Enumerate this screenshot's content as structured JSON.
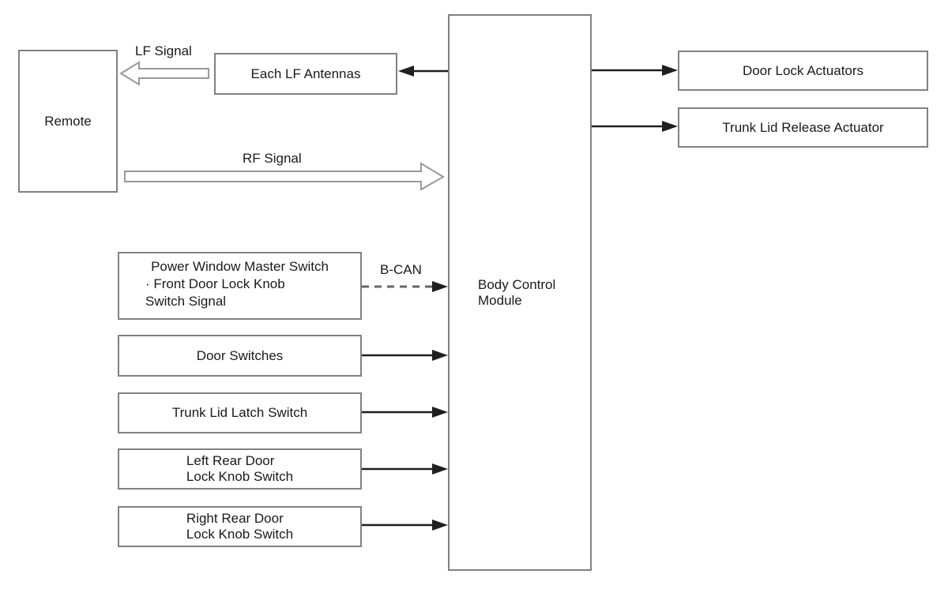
{
  "nodes": {
    "remote": {
      "label": "Remote"
    },
    "each_lf_antennas": {
      "label": "Each LF Antennas"
    },
    "body_control_module": {
      "lines": [
        "Body Control",
        "Module"
      ]
    },
    "door_lock_actuators": {
      "label": "Door Lock Actuators"
    },
    "trunk_lid_release_actuator": {
      "label": "Trunk Lid Release Actuator"
    },
    "power_window_master_switch": {
      "title": "Power Window Master Switch",
      "sub_lines": [
        "· Front Door Lock Knob",
        "Switch Signal"
      ]
    },
    "door_switches": {
      "label": "Door Switches"
    },
    "trunk_lid_latch_switch": {
      "label": "Trunk Lid Latch Switch"
    },
    "left_rear_door_lock_knob_switch": {
      "lines": [
        "Left Rear Door",
        "Lock Knob Switch"
      ]
    },
    "right_rear_door_lock_knob_switch": {
      "lines": [
        "Right Rear Door",
        "Lock Knob Switch"
      ]
    }
  },
  "signal_labels": {
    "lf": "LF Signal",
    "rf": "RF Signal",
    "b_can": "B-CAN"
  },
  "edges": [
    {
      "from": "Body Control Module",
      "to": "Each LF Antennas",
      "style": "solid-black-arrow"
    },
    {
      "from": "Each LF Antennas",
      "to": "Remote",
      "style": "hollow-outline-arrow",
      "label": "LF Signal"
    },
    {
      "from": "Remote",
      "to": "Body Control Module",
      "style": "hollow-outline-arrow",
      "label": "RF Signal"
    },
    {
      "from": "Power Window Master Switch",
      "to": "Body Control Module",
      "style": "dashed-arrow",
      "label": "B-CAN"
    },
    {
      "from": "Door Switches",
      "to": "Body Control Module",
      "style": "solid-black-arrow"
    },
    {
      "from": "Trunk Lid Latch Switch",
      "to": "Body Control Module",
      "style": "solid-black-arrow"
    },
    {
      "from": "Left Rear Door Lock Knob Switch",
      "to": "Body Control Module",
      "style": "solid-black-arrow"
    },
    {
      "from": "Right Rear Door Lock Knob Switch",
      "to": "Body Control Module",
      "style": "solid-black-arrow"
    },
    {
      "from": "Body Control Module",
      "to": "Door Lock Actuators",
      "style": "solid-black-arrow"
    },
    {
      "from": "Body Control Module",
      "to": "Trunk Lid Release Actuator",
      "style": "solid-black-arrow"
    }
  ],
  "colors": {
    "background": "#ffffff",
    "box_border": "#818181",
    "solid_arrow": "#1f1f1f",
    "dashed_line": "#666666",
    "hollow_arrow_outline": "#999999",
    "text": "#1a1a1a"
  }
}
